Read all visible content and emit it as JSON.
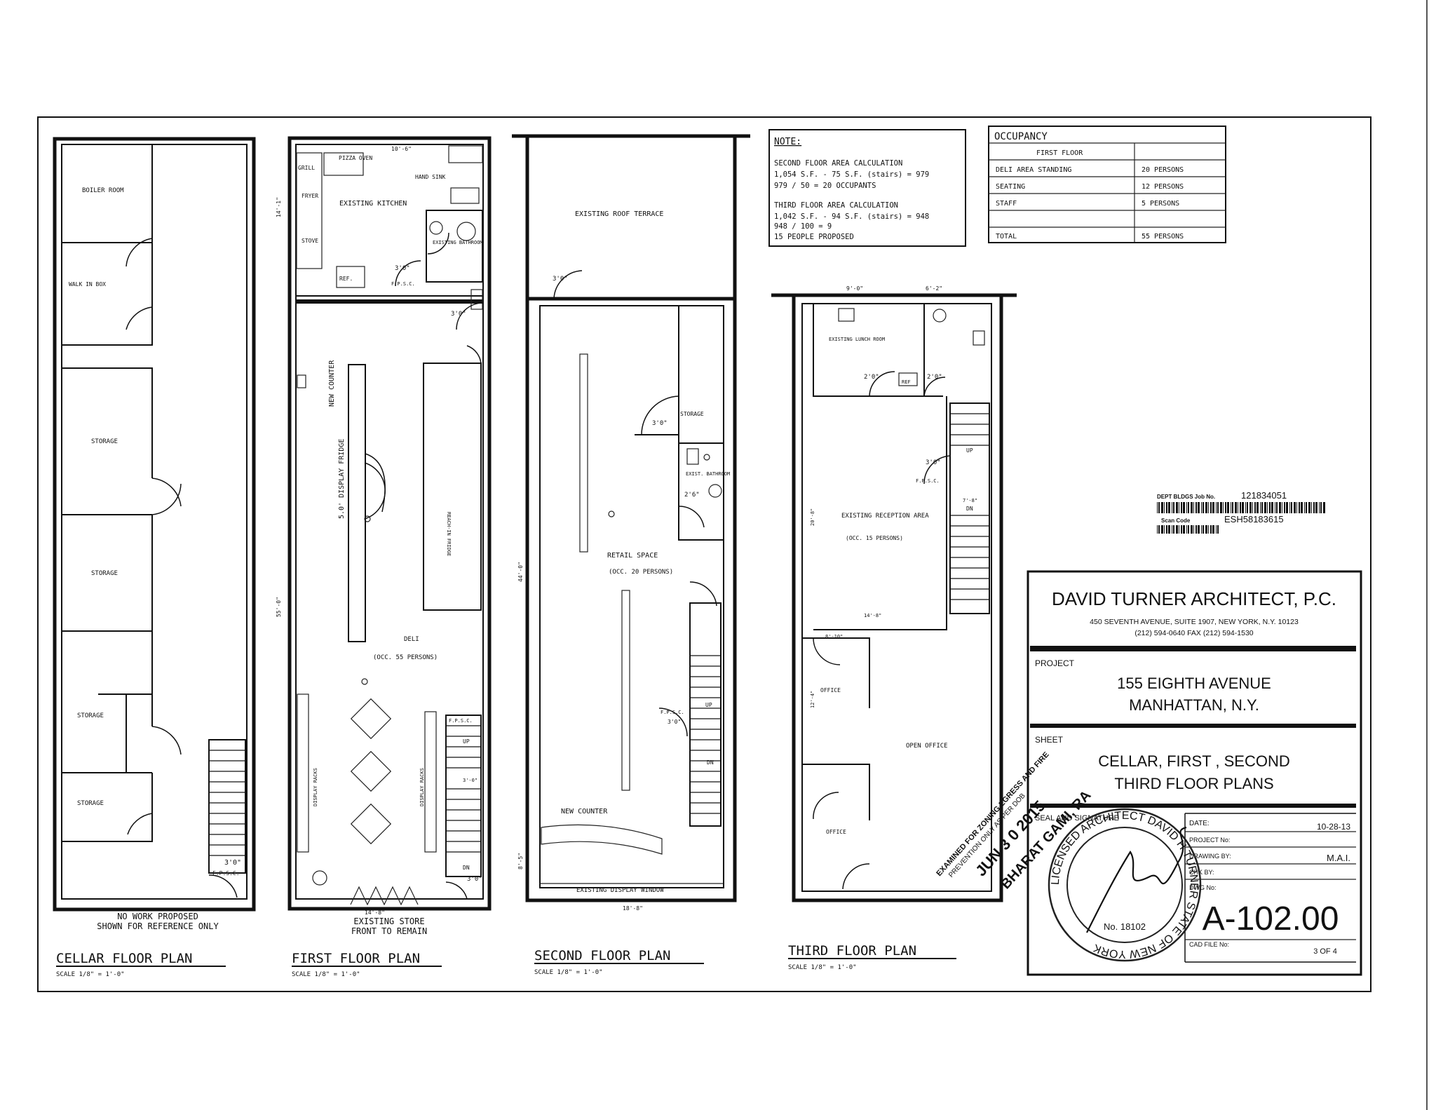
{
  "plans": {
    "cellar": {
      "title": "CELLAR FLOOR PLAN",
      "scale": "SCALE 1/8\" = 1'-0\"",
      "note": [
        "NO WORK PROPOSED",
        "SHOWN FOR REFERENCE ONLY"
      ],
      "rooms": [
        "BOILER ROOM",
        "WALK IN BOX",
        "STORAGE",
        "STORAGE",
        "STORAGE",
        "STORAGE"
      ],
      "tags": [
        "3'0\"",
        "F.P.S.C."
      ]
    },
    "first": {
      "title": "FIRST FLOOR PLAN",
      "scale": "SCALE 1/8\" = 1'-0\"",
      "note": [
        "EXISTING STORE",
        "FRONT TO REMAIN"
      ],
      "rooms": [
        "EXISTING KITCHEN",
        "PIZZA OVEN",
        "GRILL",
        "FRYER",
        "STOVE",
        "HAND SINK",
        "REF.",
        "EXISTING BATHROOM",
        "NEW COUNTER",
        "5.0' DISPLAY FRIDGE",
        "REACH-IN FRIDGE",
        "DELI",
        "(OCC. 55 PERSONS)",
        "DISPLAY RACKS",
        "DISPLAY RACKS",
        "UP",
        "DN"
      ],
      "dims": [
        "10'-6\"",
        "14'-1\"",
        "55'-0\"",
        "14'-8\"",
        "3'-0\""
      ],
      "tags": [
        "F.P.S.C.",
        "3'0\"",
        "3'0\"",
        "F.P.S.C.",
        "3'0\""
      ]
    },
    "second": {
      "title": "SECOND FLOOR PLAN",
      "scale": "SCALE 1/8\" = 1'-0\"",
      "rooms": [
        "EXISTING ROOF TERRACE",
        "STORAGE",
        "EXIST. BATHROOM",
        "RETAIL SPACE",
        "(OCC. 20 PERSONS)",
        "NEW COUNTER",
        "EXISTING DISPLAY WINDOW",
        "UP",
        "DN"
      ],
      "dims": [
        "44'-0\"",
        "8'-5\"",
        "18'-8\""
      ],
      "tags": [
        "3'0\"",
        "3'0\"",
        "2'6\"",
        "F.P.S.C.",
        "3'0\""
      ]
    },
    "third": {
      "title": "THIRD FLOOR PLAN",
      "scale": "SCALE 1/8\" = 1'-0\"",
      "rooms": [
        "EXISTING LUNCH ROOM",
        "REF",
        "EXISTING RECEPTION AREA",
        "(OCC. 15 PERSONS)",
        "OFFICE",
        "OPEN OFFICE",
        "OFFICE",
        "UP",
        "DN"
      ],
      "dims": [
        "9'-0\"",
        "6'-2\"",
        "20'-8\"",
        "14'-8\"",
        "8'-10\"",
        "12'-4\"",
        "7'-8\""
      ],
      "tags": [
        "2'0\"",
        "2'0\"",
        "3'0\"",
        "F.P.S.C."
      ]
    }
  },
  "note_box": {
    "heading": "NOTE:",
    "lines": [
      "SECOND FLOOR AREA CALCULATION",
      "1,054 S.F. - 75 S.F. (stairs) = 979",
      "979 / 50 = 20 OCCUPANTS",
      "",
      "THIRD FLOOR AREA CALCULATION",
      "1,042 S.F. - 94 S.F. (stairs) = 948",
      "948 / 100 = 9",
      "15 PEOPLE PROPOSED"
    ]
  },
  "occupancy": {
    "heading": "OCCUPANCY",
    "floor": "FIRST FLOOR",
    "rows": [
      {
        "label": "DELI AREA STANDING",
        "value": "20 PERSONS"
      },
      {
        "label": "SEATING",
        "value": "12 PERSONS"
      },
      {
        "label": "STAFF",
        "value": "5 PERSONS"
      },
      {
        "label": "",
        "value": ""
      },
      {
        "label": "TOTAL",
        "value": "55 PERSONS"
      }
    ]
  },
  "barcode": {
    "label1": "DEPT BLDGS Job No.",
    "job": "121834051",
    "label2": "Scan Code",
    "code": "ESH58183615"
  },
  "stamp": {
    "lines": [
      "EXAMINED FOR ZONING EGRESS AND FIRE",
      "PREVENTION ONLY AS PER DOB"
    ],
    "date": "JUN 3 0 2015",
    "name": "BHARAT GAMI, RA"
  },
  "seal": {
    "ring": "LICENSED ARCHITECT DAVID H TURNER STATE OF NEW YORK",
    "number": "No. 18102"
  },
  "title_block": {
    "firm": "DAVID TURNER ARCHITECT, P.C.",
    "address": "450 SEVENTH AVENUE, SUITE 1907, NEW YORK, N.Y. 10123",
    "phone": "(212) 594-0640    FAX (212) 594-1530",
    "project_label": "PROJECT",
    "project_line1": "155 EIGHTH AVENUE",
    "project_line2": "MANHATTAN, N.Y.",
    "sheet_label": "SHEET",
    "sheet_line1": "CELLAR, FIRST , SECOND",
    "sheet_line2": "THIRD FLOOR PLANS",
    "seal_label": "SEAL AND SIGNATURE",
    "date_label": "DATE:",
    "date_value": "10-28-13",
    "project_no_label": "PROJECT No:",
    "drawing_by_label": "DRAWING BY:",
    "drawing_by_value": "M.A.I.",
    "chk_label": "CHK BY:",
    "dwg_label": "DWG No:",
    "dwg_value": "A-102.00",
    "cad_label": "CAD FILE No:",
    "sheet_count": "3 OF 4"
  }
}
